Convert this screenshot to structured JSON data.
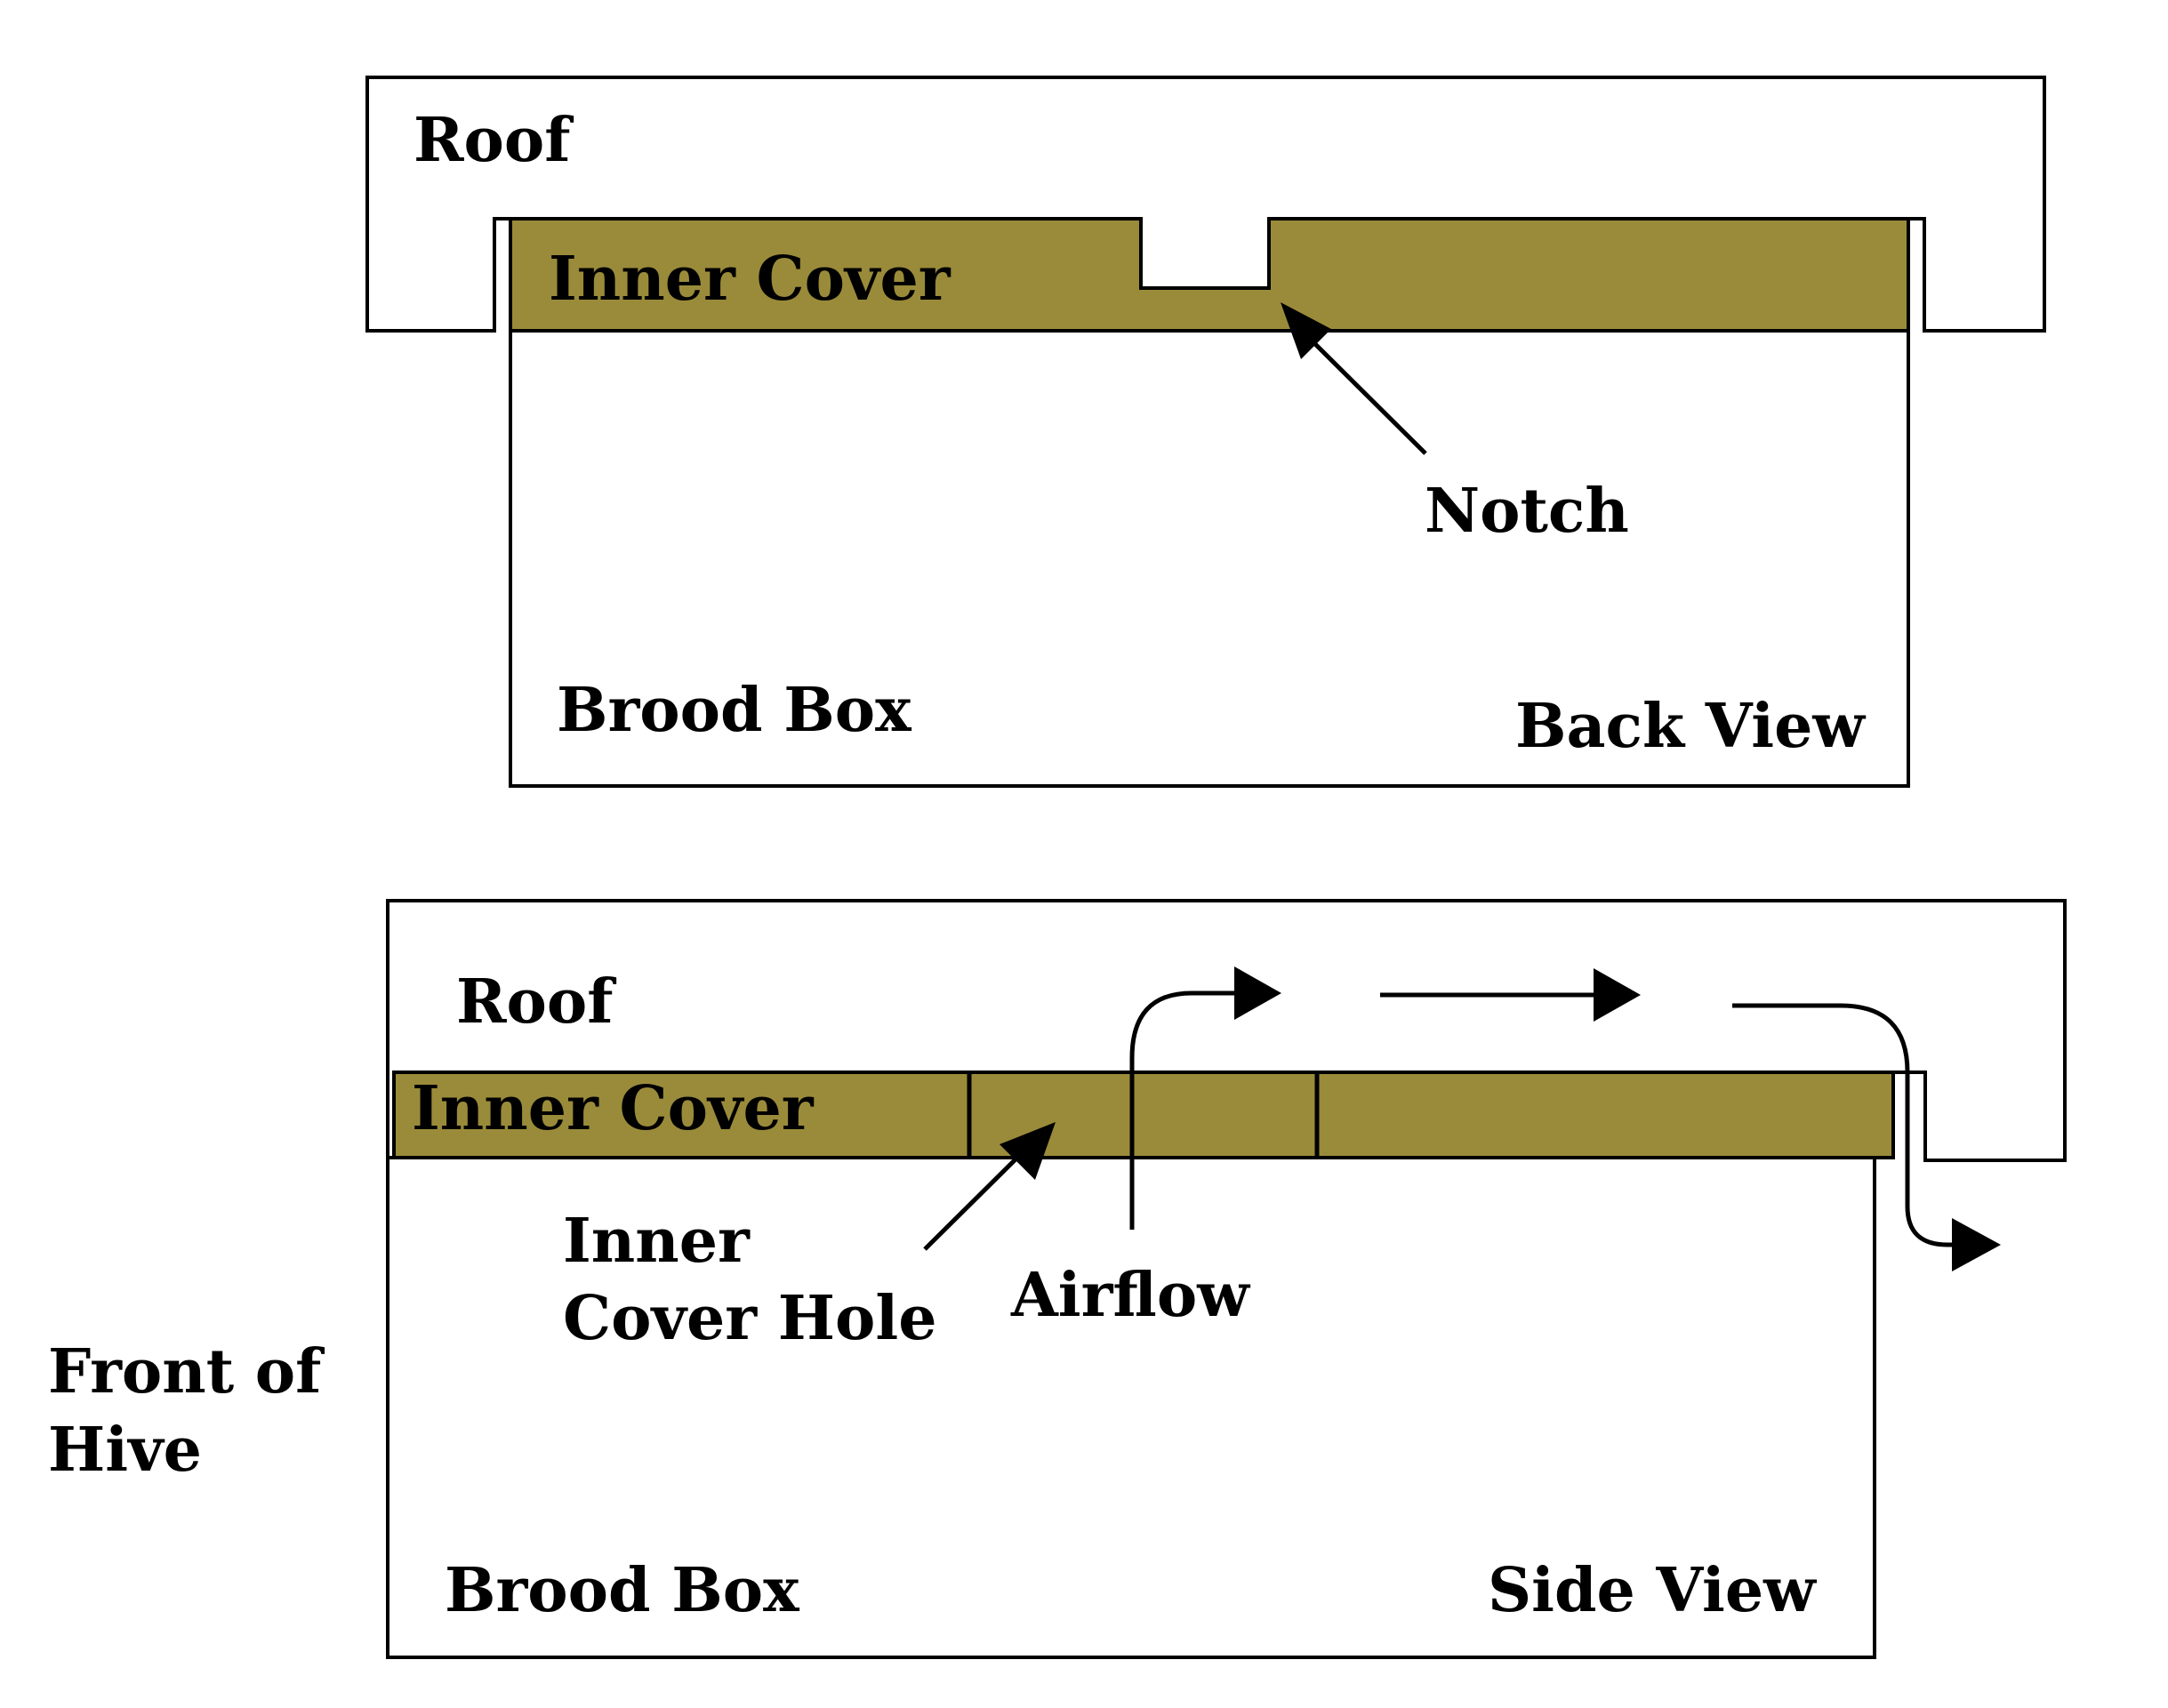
{
  "colors": {
    "inner_cover": "#9a8b3a",
    "outline": "#000000",
    "background": "#ffffff"
  },
  "back_view": {
    "roof_label": "Roof",
    "inner_cover_label": "Inner Cover",
    "notch_label": "Notch",
    "brood_box_label": "Brood Box",
    "view_label": "Back View"
  },
  "side_view": {
    "roof_label": "Roof",
    "inner_cover_label": "Inner Cover",
    "inner_cover_hole_label_line1": "Inner",
    "inner_cover_hole_label_line2": "Cover Hole",
    "airflow_label": "Airflow",
    "brood_box_label": "Brood Box",
    "view_label": "Side View"
  },
  "front_of_hive_line1": "Front of",
  "front_of_hive_line2": "Hive"
}
